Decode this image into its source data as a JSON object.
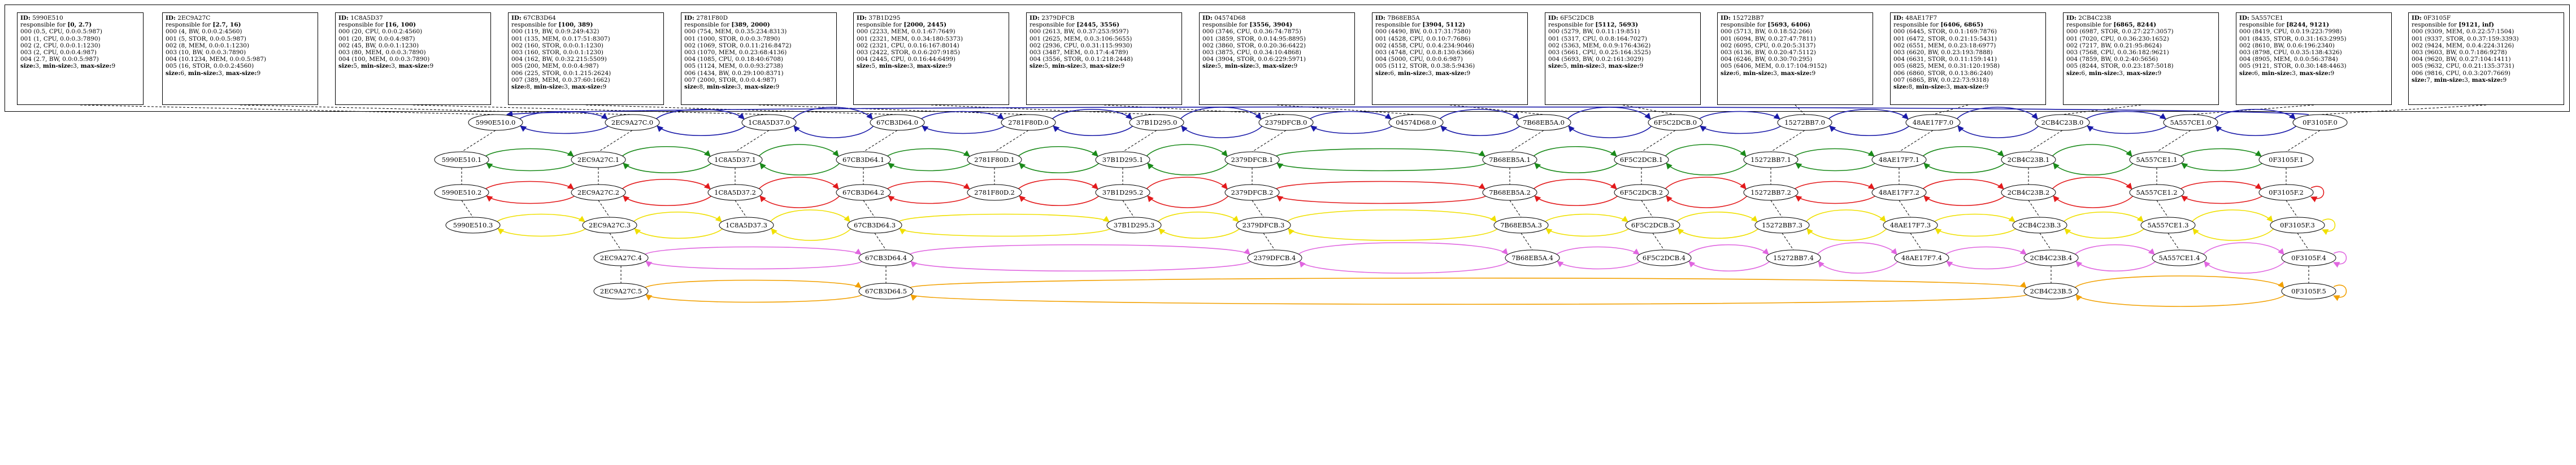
{
  "palette": {
    "lvl0": "#1a1aa8",
    "lvl1": "#1a8a1a",
    "lvl2": "#e31a1c",
    "lvl3": "#f0e000",
    "lvl4": "#e066e0",
    "lvl5": "#f2a000",
    "tree": "#000000"
  },
  "cards": [
    {
      "id": "5990E510",
      "range": "[0, 2.7)",
      "rows": [
        "000 (0.5, CPU, 0.0:0.5:987)",
        "001 (1, CPU, 0.0:0.3:7890)",
        "002 (2, CPU, 0.0:0.1:1230)",
        "003 (2, CPU, 0.0:0.4:987)",
        "004 (2.7, BW, 0.0:0.5:987)"
      ],
      "size": "3",
      "min": "3",
      "max": "9"
    },
    {
      "id": "2EC9A27C",
      "range": "[2.7, 16)",
      "rows": [
        "000 (4, BW, 0.0:0.2:4560)",
        "001 (5, STOR, 0.0:0.5:987)",
        "002 (8, MEM, 0.0:0.1:1230)",
        "003 (10, BW, 0.0:0.3:7890)",
        "004 (10.1234, MEM, 0.0:0.5:987)",
        "005 (16, STOR, 0.0:0.2:4560)"
      ],
      "size": "6",
      "min": "3",
      "max": "9"
    },
    {
      "id": "1C8A5D37",
      "range": "[16, 100)",
      "rows": [
        "000 (20, CPU, 0.0:0.2:4560)",
        "001 (20, BW, 0.0:0.4:987)",
        "002 (45, BW, 0.0:0.1:1230)",
        "003 (80, MEM, 0.0:0.3:7890)",
        "004 (100, MEM, 0.0:0.3:7890)"
      ],
      "size": "5",
      "min": "3",
      "max": "9"
    },
    {
      "id": "67CB3D64",
      "range": "[100, 389)",
      "rows": [
        "000 (119, BW, 0.0:9.249:432)",
        "001 (135, MEM, 0.0.17:51:8307)",
        "002 (160, STOR, 0.0:0.1:1230)",
        "003 (160, STOR, 0.0:0.1:1230)",
        "004 (162, BW, 0.0:32.215:5509)",
        "005 (200, MEM, 0.0:0.4:987)",
        "006 (225, STOR, 0.0:1.215:2624)",
        "007 (389, MEM, 0.0.37:60:1662)"
      ],
      "size": "8",
      "min": "3",
      "max": "9"
    },
    {
      "id": "2781F80D",
      "range": "[389, 2000)",
      "rows": [
        "000 (754, MEM, 0.0.35:234:8313)",
        "001 (1000, STOR, 0.0:0.3:7890)",
        "002 (1069, STOR, 0.0.11:216:8472)",
        "003 (1070, MEM, 0.0.23:68:4136)",
        "004 (1085, CPU, 0.0.18:40:6708)",
        "005 (1124, MEM, 0.0.0:93:2738)",
        "006 (1434, BW, 0.0.29:100:8371)",
        "007 (2000, STOR, 0.0:0.4:987)"
      ],
      "size": "8",
      "min": "3",
      "max": "9"
    },
    {
      "id": "37B1D295",
      "range": "[2000, 2445)",
      "rows": [
        "000 (2233, MEM, 0.0.1:67:7649)",
        "001 (2321, MEM, 0.0.34:180:5373)",
        "002 (2321, CPU, 0.0.16:167:8014)",
        "003 (2422, STOR, 0.0.6:207:9185)",
        "004 (2445, CPU, 0.0.16:44:6499)"
      ],
      "size": "5",
      "min": "3",
      "max": "9"
    },
    {
      "id": "2379DFCB",
      "range": "[2445, 3556)",
      "rows": [
        "000 (2613, BW, 0.0.37:253:9597)",
        "001 (2625, MEM, 0.0.3:106:5655)",
        "002 (2936, CPU, 0.0.31:115:9930)",
        "003 (3487, MEM, 0.0.17:4:4789)",
        "004 (3556, STOR, 0.0.1:218:2448)"
      ],
      "size": "5",
      "min": "3",
      "max": "9"
    },
    {
      "id": "04574D68",
      "range": "[3556, 3904)",
      "rows": [
        "000 (3746, CPU, 0.0.36:74:7875)",
        "001 (3859, STOR, 0.0.14:95:8895)",
        "002 (3860, STOR, 0.0.20:36:6422)",
        "003 (3875, CPU, 0.0.34:10:4868)",
        "004 (3904, STOR, 0.0.6:229:5971)"
      ],
      "size": "5",
      "min": "3",
      "max": "9"
    },
    {
      "id": "7B68EB5A",
      "range": "[3904, 5112)",
      "rows": [
        "000 (4490, BW, 0.0.17:31:7580)",
        "001 (4528, CPU, 0.0.10:7:7686)",
        "002 (4558, CPU, 0.0.4:234:9046)",
        "003 (4748, CPU, 0.0.8:130:6366)",
        "004 (5000, CPU, 0.0:0.6:987)",
        "005 (5112, STOR, 0.0.38:5:9436)"
      ],
      "size": "6",
      "min": "3",
      "max": "9"
    },
    {
      "id": "6F5C2DCB",
      "range": "[5112, 5693)",
      "rows": [
        "000 (5279, BW, 0.0.11:19:851)",
        "001 (5317, CPU, 0.0.8:164:7027)",
        "002 (5363, MEM, 0.0.9:176:4362)",
        "003 (5661, CPU, 0.0.25:164:3525)",
        "004 (5693, BW, 0.0.2:161:3029)"
      ],
      "size": "5",
      "min": "3",
      "max": "9"
    },
    {
      "id": "15272BB7",
      "range": "[5693, 6406)",
      "rows": [
        "000 (5713, BW, 0.0.18:52:266)",
        "001 (6094, BW, 0.0.27:47:7811)",
        "002 (6095, CPU, 0.0.20:5:3137)",
        "003 (6136, BW, 0.0.20:47:5112)",
        "004 (6246, BW, 0.0.30:70:295)",
        "005 (6406, MEM, 0.0.17:104:9152)"
      ],
      "size": "6",
      "min": "3",
      "max": "9"
    },
    {
      "id": "48AE17F7",
      "range": "[6406, 6865)",
      "rows": [
        "000 (6445, STOR, 0.0.1:169:7876)",
        "001 (6472, STOR, 0.0.21:15:5431)",
        "002 (6551, MEM, 0.0.23:18:6977)",
        "003 (6620, BW, 0.0.23:193:7888)",
        "004 (6631, STOR, 0.0.11:159:141)",
        "005 (6825, MEM, 0.0.31:120:1958)",
        "006 (6860, STOR, 0.0.13:86:240)",
        "007 (6865, BW, 0.0.22:73:9318)"
      ],
      "size": "8",
      "min": "3",
      "max": "9"
    },
    {
      "id": "2CB4C23B",
      "range": "[6865, 8244)",
      "rows": [
        "000 (6987, STOR, 0.0.27:227:3057)",
        "001 (7020, CPU, 0.0.36:230:1652)",
        "002 (7217, BW, 0.0.21:95:8624)",
        "003 (7568, CPU, 0.0.36:182:9621)",
        "004 (7859, BW, 0.0.2:40:5656)",
        "005 (8244, STOR, 0.0.23:187:5018)"
      ],
      "size": "6",
      "min": "3",
      "max": "9"
    },
    {
      "id": "5A557CE1",
      "range": "[8244, 9121)",
      "rows": [
        "000 (8419, CPU, 0.0.19:223:7998)",
        "001 (8435, STOR, 0.0.31:163:2995)",
        "002 (8610, BW, 0.0.6:196:2340)",
        "003 (8798, CPU, 0.0.35:138:4326)",
        "004 (8905, MEM, 0.0.0:56:3784)",
        "005 (9121, STOR, 0.0.30:148:4463)"
      ],
      "size": "6",
      "min": "3",
      "max": "9"
    },
    {
      "id": "0F3105F",
      "range": "[9121, inf)",
      "rows": [
        "000 (9309, MEM, 0.0.22:57:1504)",
        "001 (9337, STOR, 0.0.37:159:3393)",
        "002 (9424, MEM, 0.0.4:224:3126)",
        "003 (9603, BW, 0.0.7:186:9278)",
        "004 (9620, BW, 0.0.27:104:1411)",
        "005 (9632, CPU, 0.0.21:135:3731)",
        "006 (9816, CPU, 0.0.3:207:7669)"
      ],
      "size": "7",
      "min": "3",
      "max": "9"
    }
  ],
  "nodes": {
    "level0": [
      "5990E510.0",
      "2EC9A27C.0",
      "1C8A5D37.0",
      "67CB3D64.0",
      "2781F80D.0",
      "37B1D295.0",
      "2379DFCB.0",
      "04574D68.0",
      "7B68EB5A.0",
      "6F5C2DCB.0",
      "15272BB7.0",
      "48AE17F7.0",
      "2CB4C23B.0",
      "5A557CE1.0",
      "0F3105F.0"
    ],
    "level1": [
      "5990E510.1",
      "2EC9A27C.1",
      "1C8A5D37.1",
      "67CB3D64.1",
      "2781F80D.1",
      "37B1D295.1",
      "2379DFCB.1",
      "7B68EB5A.1",
      "6F5C2DCB.1",
      "15272BB7.1",
      "48AE17F7.1",
      "2CB4C23B.1",
      "5A557CE1.1",
      "0F3105F.1"
    ],
    "level2": [
      "5990E510.2",
      "2EC9A27C.2",
      "1C8A5D37.2",
      "67CB3D64.2",
      "2781F80D.2",
      "37B1D295.2",
      "2379DFCB.2",
      "7B68EB5A.2",
      "6F5C2DCB.2",
      "15272BB7.2",
      "48AE17F7.2",
      "2CB4C23B.2",
      "5A557CE1.2",
      "0F3105F.2"
    ],
    "level3": [
      "5990E510.3",
      "2EC9A27C.3",
      "1C8A5D37.3",
      "67CB3D64.3",
      "37B1D295.3",
      "2379DFCB.3",
      "7B68EB5A.3",
      "6F5C2DCB.3",
      "15272BB7.3",
      "48AE17F7.3",
      "2CB4C23B.3",
      "5A557CE1.3",
      "0F3105F.3"
    ],
    "level4": [
      "2EC9A27C.4",
      "67CB3D64.4",
      "2379DFCB.4",
      "7B68EB5A.4",
      "6F5C2DCB.4",
      "15272BB7.4",
      "48AE17F7.4",
      "2CB4C23B.4",
      "5A557CE1.4",
      "0F3105F.4"
    ],
    "level5": [
      "2EC9A27C.5",
      "67CB3D64.5",
      "2CB4C23B.5",
      "0F3105F.5"
    ]
  }
}
